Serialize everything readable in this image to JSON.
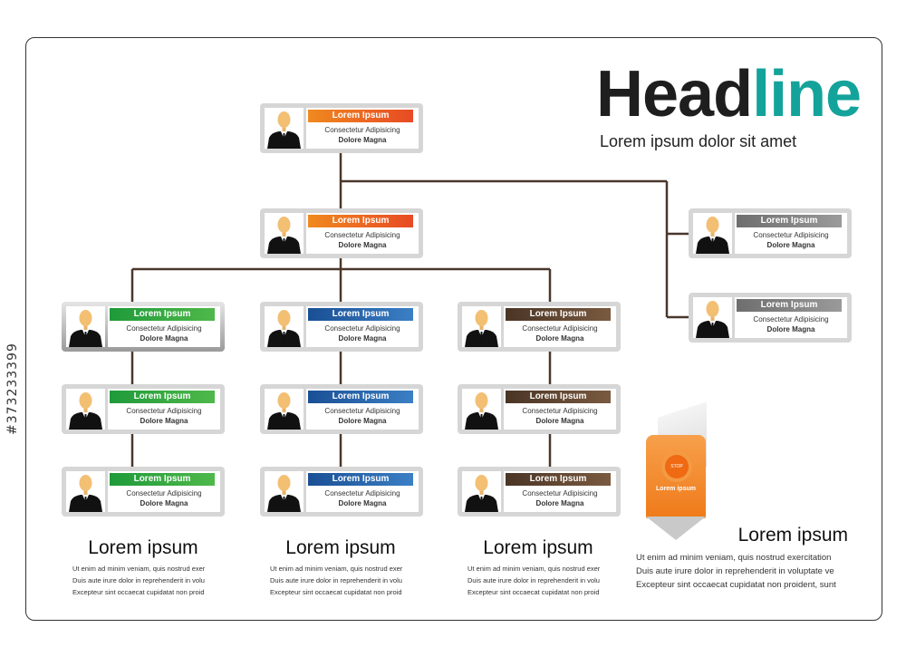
{
  "header": {
    "headline_dark": "Head",
    "headline_accent": "line",
    "subheadline": "Lorem ipsum dolor sit amet"
  },
  "cards": {
    "top": {
      "title": "Lorem Ipsum",
      "line1": "Consectetur Adipisicing",
      "line2": "Dolore Magna",
      "color": "orange"
    },
    "second": {
      "title": "Lorem Ipsum",
      "line1": "Consectetur Adipisicing",
      "line2": "Dolore Magna",
      "color": "orange"
    },
    "right_1": {
      "title": "Lorem Ipsum",
      "line1": "Consectetur Adipisicing",
      "line2": "Dolore Magna",
      "color": "gray"
    },
    "right_2": {
      "title": "Lorem Ipsum",
      "line1": "Consectetur Adipisicing",
      "line2": "Dolore Magna",
      "color": "gray"
    },
    "green_1": {
      "title": "Lorem Ipsum",
      "line1": "Consectetur Adipisicing",
      "line2": "Dolore Magna",
      "color": "green"
    },
    "green_2": {
      "title": "Lorem Ipsum",
      "line1": "Consectetur Adipisicing",
      "line2": "Dolore Magna",
      "color": "green"
    },
    "green_3": {
      "title": "Lorem Ipsum",
      "line1": "Consectetur Adipisicing",
      "line2": "Dolore Magna",
      "color": "green"
    },
    "blue_1": {
      "title": "Lorem Ipsum",
      "line1": "Consectetur Adipisicing",
      "line2": "Dolore Magna",
      "color": "blue"
    },
    "blue_2": {
      "title": "Lorem Ipsum",
      "line1": "Consectetur Adipisicing",
      "line2": "Dolore Magna",
      "color": "blue"
    },
    "blue_3": {
      "title": "Lorem Ipsum",
      "line1": "Consectetur Adipisicing",
      "line2": "Dolore Magna",
      "color": "blue"
    },
    "brown_1": {
      "title": "Lorem Ipsum",
      "line1": "Consectetur Adipisicing",
      "line2": "Dolore Magna",
      "color": "brown"
    },
    "brown_2": {
      "title": "Lorem Ipsum",
      "line1": "Consectetur Adipisicing",
      "line2": "Dolore Magna",
      "color": "brown"
    },
    "brown_3": {
      "title": "Lorem Ipsum",
      "line1": "Consectetur Adipisicing",
      "line2": "Dolore Magna",
      "color": "brown"
    }
  },
  "columns": [
    {
      "title": "Lorem  ipsum",
      "lines": [
        "Ut enim ad minim veniam,  quis nostrud exer",
        "Duis aute irure dolor in reprehenderit in volu",
        "Excepteur sint occaecat  cupidatat non proid"
      ]
    },
    {
      "title": "Lorem  ipsum",
      "lines": [
        "Ut enim ad minim veniam,  quis nostrud exer",
        "Duis aute irure dolor in reprehenderit in volu",
        "Excepteur sint occaecat  cupidatat non proid"
      ]
    },
    {
      "title": "Lorem  ipsum",
      "lines": [
        "Ut enim ad minim veniam,  quis nostrud exer",
        "Duis aute irure dolor in reprehenderit in volu",
        "Excepteur sint occaecat  cupidatat non proid"
      ]
    }
  ],
  "featured": {
    "title": "Lorem ipsum",
    "lines": [
      "Ut enim ad minim veniam,  quis nostrud  exercitation",
      "Duis aute irure dolor in reprehenderit in voluptate ve",
      "Excepteur sint occaecat cupidatat non proident,  sunt"
    ],
    "badge_circle_text": "STOP",
    "badge_label": "Lorem ipsum"
  },
  "side_id": "#373233399",
  "colors": {
    "accent": "#13a39b",
    "orange": "#ef7a1a",
    "green": "#2f9e3c",
    "blue": "#2a63a8",
    "brown": "#5a4131",
    "gray": "#808080",
    "connector": "#4a372c"
  }
}
